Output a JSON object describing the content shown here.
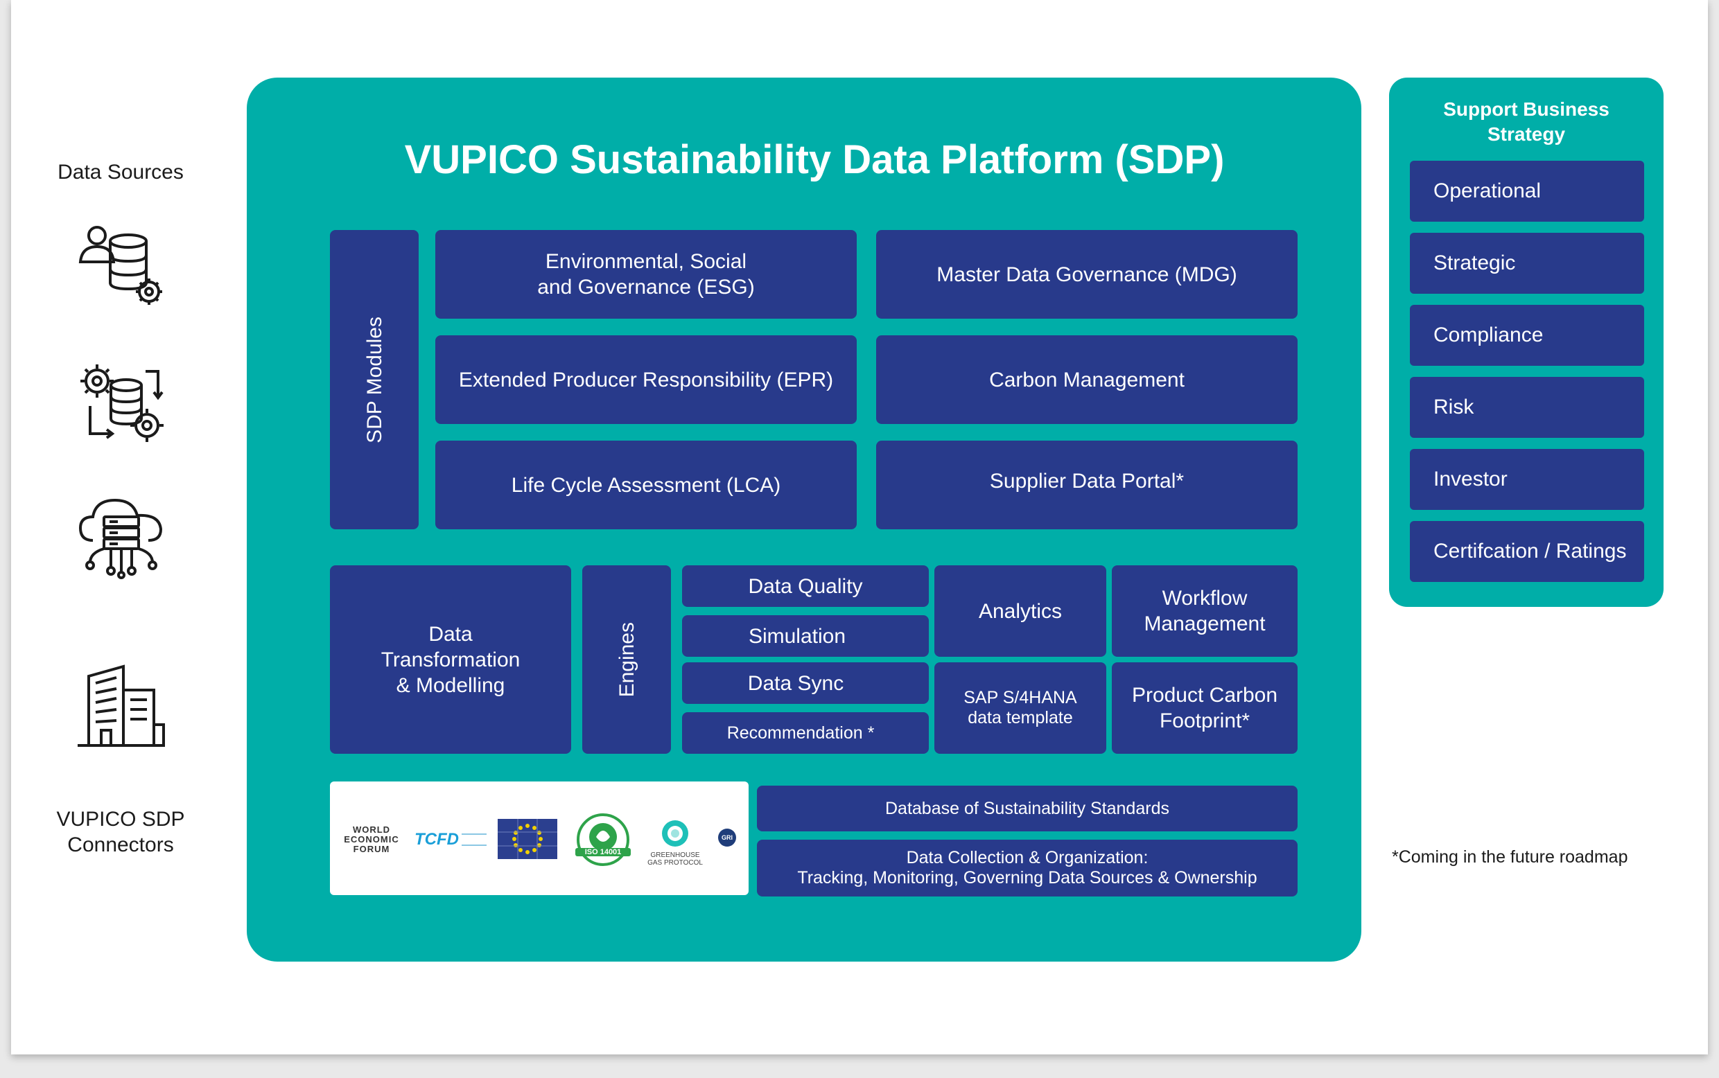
{
  "left_column": {
    "data_sources_label": "Data Sources",
    "connectors_label": "VUPICO SDP\nConnectors",
    "icons": [
      "user-database-gear-icon",
      "data-sync-gears-icon",
      "cloud-server-network-icon",
      "office-buildings-icon"
    ]
  },
  "platform": {
    "title": "VUPICO Sustainability Data Platform (SDP)",
    "modules_label": "SDP Modules",
    "modules": [
      "Environmental, Social\nand Governance (ESG)",
      "Master Data Governance (MDG)",
      "Extended Producer Responsibility (EPR)",
      "Carbon Management",
      "Life Cycle Assessment (LCA)",
      "Supplier Data Portal*"
    ],
    "data_transformation": "Data\nTransformation\n& Modelling",
    "engines_label": "Engines",
    "engines": [
      "Data Quality",
      "Simulation",
      "Data Sync",
      "Recommendation *"
    ],
    "analytics": "Analytics",
    "workflow": "Workflow\nManagement",
    "sap_template": "SAP S/4HANA\ndata template",
    "product_carbon": "Product Carbon\nFootprint*",
    "database_standards": "Database of  Sustainability Standards",
    "data_collection": "Data Collection & Organization:\nTracking, Monitoring, Governing Data Sources & Ownership",
    "standards_logos": {
      "wef": "WORLD\nECONOMIC\nFORUM",
      "tcfd": "TCFD",
      "iso": "ISO 14001",
      "ghg": "GREENHOUSE\nGAS PROTOCOL",
      "gri": "GRI"
    }
  },
  "support": {
    "title": "Support Business\nStrategy",
    "items": [
      "Operational",
      "Strategic",
      "Compliance",
      "Risk",
      "Investor",
      "Certifcation / Ratings"
    ]
  },
  "footnote": "*Coming in the future roadmap",
  "colors": {
    "teal": "#00aea8",
    "navy": "#283a8b",
    "white": "#ffffff"
  }
}
